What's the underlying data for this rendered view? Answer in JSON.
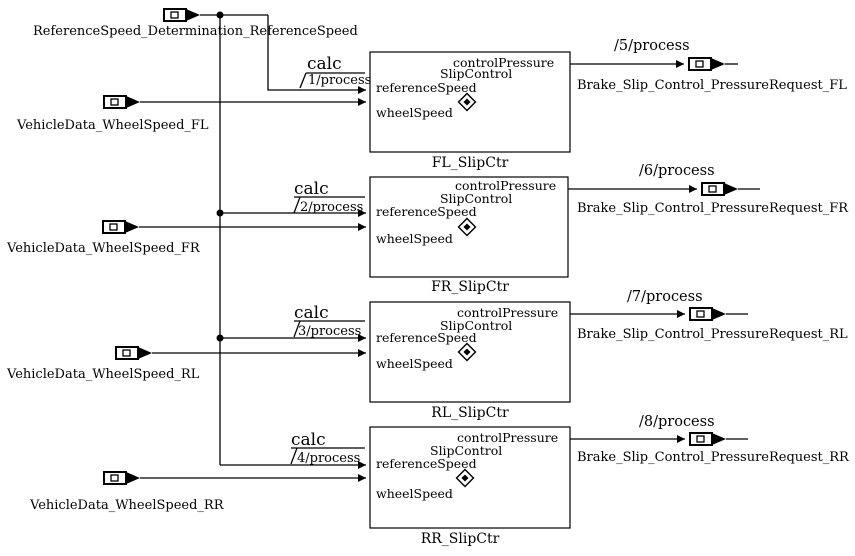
{
  "diagram": {
    "reference_input": {
      "label": "ReferenceSpeed_Determination_ReferenceSpeed"
    },
    "wheel_inputs": [
      {
        "label": "VehicleData_WheelSpeed_FL"
      },
      {
        "label": "VehicleData_WheelSpeed_FR"
      },
      {
        "label": "VehicleData_WheelSpeed_RL"
      },
      {
        "label": "VehicleData_WheelSpeed_RR"
      }
    ],
    "blocks": [
      {
        "name": "FL_SlipCtr",
        "type": "SlipControl",
        "out_port": "controlPressure",
        "in_ports": [
          "referenceSpeed",
          "wheelSpeed"
        ],
        "calc": "calc",
        "in_process": "1/process",
        "out_process": "/5/process",
        "output": "Brake_Slip_Control_PressureRequest_FL"
      },
      {
        "name": "FR_SlipCtr",
        "type": "SlipControl",
        "out_port": "controlPressure",
        "in_ports": [
          "referenceSpeed",
          "wheelSpeed"
        ],
        "calc": "calc",
        "in_process": "2/process",
        "out_process": "/6/process",
        "output": "Brake_Slip_Control_PressureRequest_FR"
      },
      {
        "name": "RL_SlipCtr",
        "type": "SlipControl",
        "out_port": "controlPressure",
        "in_ports": [
          "referenceSpeed",
          "wheelSpeed"
        ],
        "calc": "calc",
        "in_process": "3/process",
        "out_process": "/7/process",
        "output": "Brake_Slip_Control_PressureRequest_RL"
      },
      {
        "name": "RR_SlipCtr",
        "type": "SlipControl",
        "out_port": "controlPressure",
        "in_ports": [
          "referenceSpeed",
          "wheelSpeed"
        ],
        "calc": "calc",
        "in_process": "4/process",
        "out_process": "/8/process",
        "output": "Brake_Slip_Control_PressureRequest_RR"
      }
    ]
  }
}
